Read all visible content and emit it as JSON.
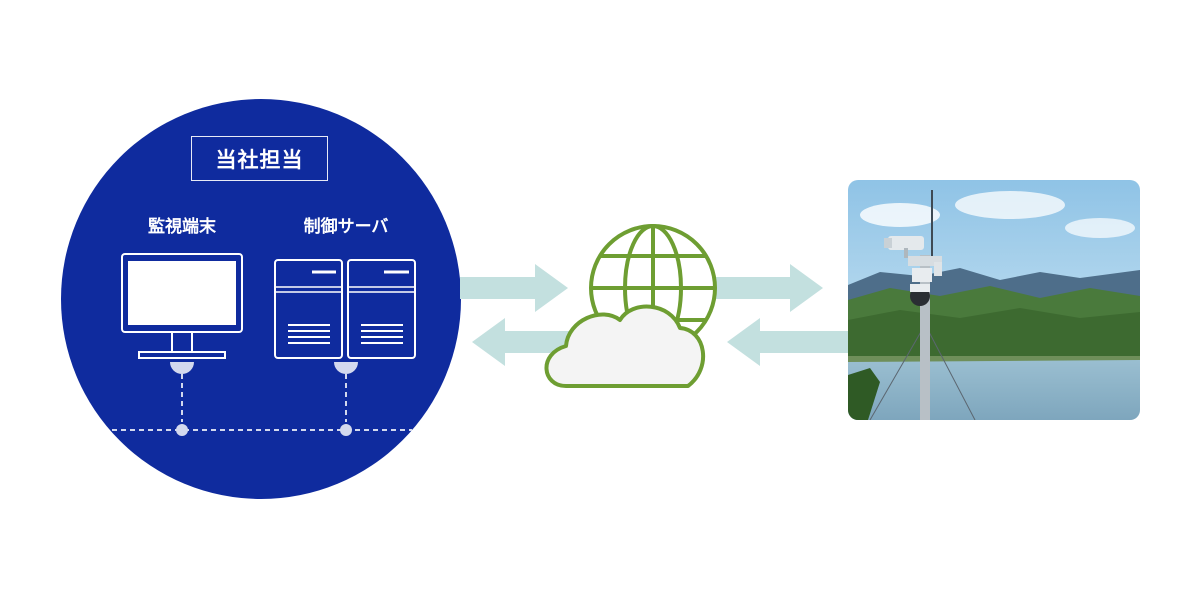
{
  "diagram": {
    "group_title": "当社担当",
    "nodes": {
      "terminal_label": "監視端末",
      "server_label": "制御サーバ"
    },
    "colors": {
      "circle_blue": "#0f2b9e",
      "arrow_teal": "#c3e0df",
      "globe_green": "#6e9e32",
      "white": "#ffffff"
    },
    "icons": [
      "monitor-icon",
      "server-rack-icon",
      "globe-icon",
      "cloud-icon",
      "camera-pole-photo"
    ]
  }
}
